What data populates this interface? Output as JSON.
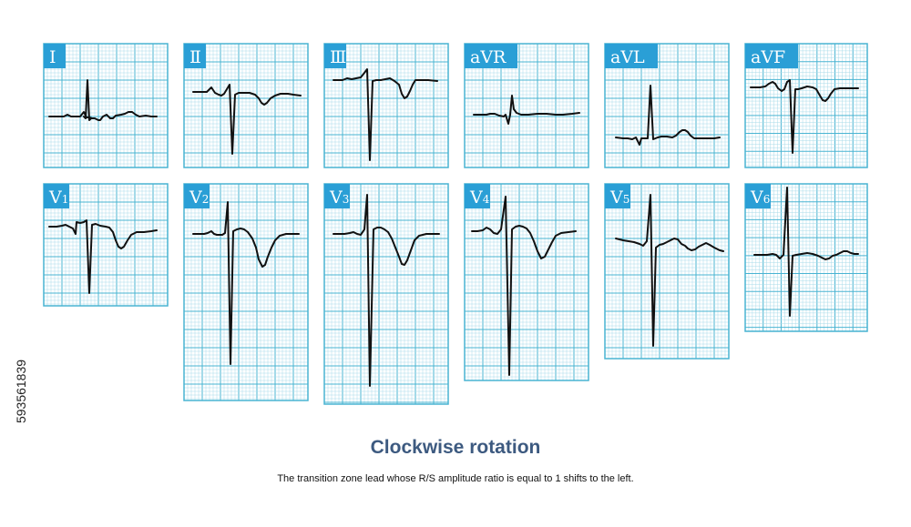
{
  "title": "Clockwise rotation",
  "caption": "The transition zone lead whose R/S amplitude ratio is equal to 1 shifts to the left.",
  "stock_id": "593561839",
  "colors": {
    "grid_major": "#49b4d2",
    "grid_minor": "#a9dbea",
    "label_bg": "#2a9fd6",
    "label_text": "#ffffff",
    "trace": "#111111",
    "title": "#3d5a80"
  },
  "leads": [
    {
      "name": "I",
      "label": "Ⅰ"
    },
    {
      "name": "II",
      "label": "Ⅱ"
    },
    {
      "name": "III",
      "label": "Ⅲ"
    },
    {
      "name": "aVR",
      "label": "aVR"
    },
    {
      "name": "aVL",
      "label": "aVL"
    },
    {
      "name": "aVF",
      "label": "aVF"
    },
    {
      "name": "V1",
      "label": "V",
      "sub": "1"
    },
    {
      "name": "V2",
      "label": "V",
      "sub": "2"
    },
    {
      "name": "V3",
      "label": "V",
      "sub": "3"
    },
    {
      "name": "V4",
      "label": "V",
      "sub": "4"
    },
    {
      "name": "V5",
      "label": "V",
      "sub": "5"
    },
    {
      "name": "V6",
      "label": "V",
      "sub": "6"
    }
  ]
}
